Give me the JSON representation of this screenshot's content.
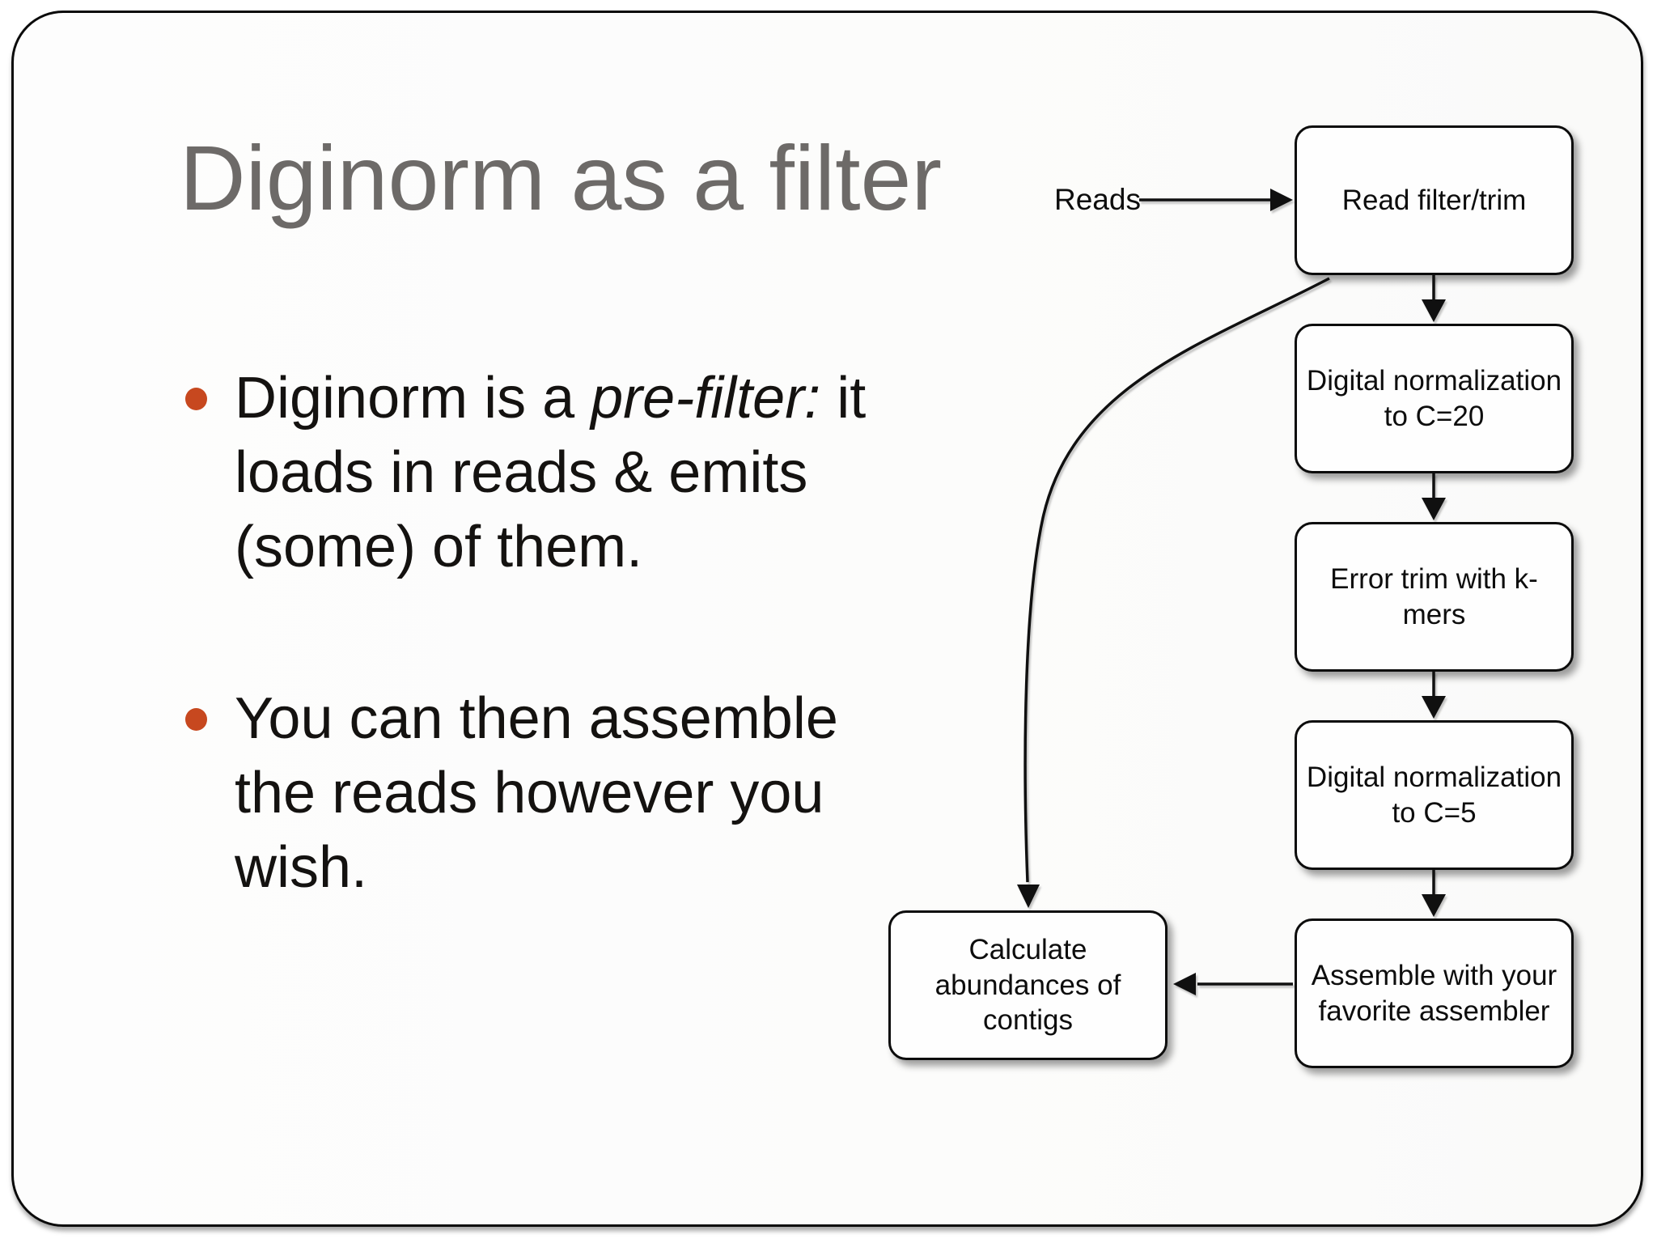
{
  "slide": {
    "title": "Diginorm as a filter",
    "bullets": [
      {
        "before": "Diginorm is a ",
        "em": "pre-filter:",
        "after": " it loads in reads & emits (some) of them."
      },
      {
        "text": "You can then assemble the reads however you wish."
      }
    ]
  },
  "flowchart": {
    "input_label": "Reads",
    "nodes": [
      {
        "id": "read-filter",
        "label": "Read filter/trim"
      },
      {
        "id": "diginorm-c20",
        "label": "Digital normalization to C=20"
      },
      {
        "id": "error-trim",
        "label": "Error trim with k-mers"
      },
      {
        "id": "diginorm-c5",
        "label": "Digital normalization to C=5"
      },
      {
        "id": "assemble",
        "label": "Assemble with your favorite assembler"
      },
      {
        "id": "calculate",
        "label": "Calculate abundances of contigs"
      }
    ],
    "edges": [
      "Reads -> Read filter/trim",
      "Read filter/trim -> Digital normalization to C=20",
      "Digital normalization to C=20 -> Error trim with k-mers",
      "Error trim with k-mers -> Digital normalization to C=5",
      "Digital normalization to C=5 -> Assemble with your favorite assembler",
      "Assemble with your favorite assembler -> Calculate abundances of contigs",
      "Read filter/trim -> Calculate abundances of contigs"
    ]
  },
  "colors": {
    "title_text": "#6d6a68",
    "bullet_dot": "#c7481f",
    "body_text": "#141210",
    "node_border": "#0c0c0c",
    "node_fill": "#fefefe",
    "arrow": "#101010",
    "slide_border": "#0a0a0a"
  }
}
